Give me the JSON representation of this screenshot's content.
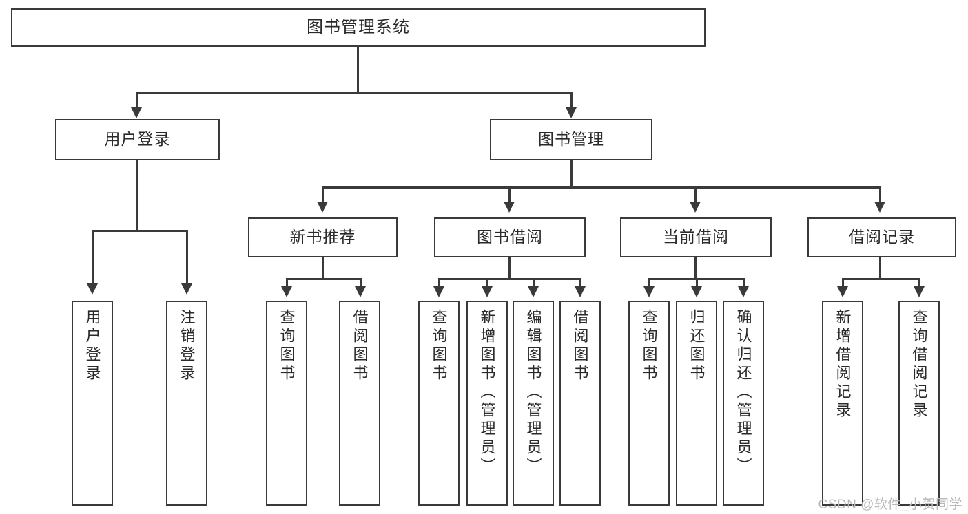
{
  "diagram": {
    "type": "tree",
    "title": "图书管理系统",
    "root": {
      "label": "图书管理系统"
    },
    "level1": [
      {
        "label": "用户登录"
      },
      {
        "label": "图书管理"
      }
    ],
    "level2": [
      {
        "label": "新书推荐"
      },
      {
        "label": "图书借阅"
      },
      {
        "label": "当前借阅"
      },
      {
        "label": "借阅记录"
      }
    ],
    "leaves": {
      "user_login": [
        {
          "label": "用户登录"
        },
        {
          "label": "注销登录"
        }
      ],
      "new_book_recommend": [
        {
          "label": "查询图书"
        },
        {
          "label": "借阅图书"
        }
      ],
      "book_borrow": [
        {
          "label": "查询图书"
        },
        {
          "label": "新增图书（管理员）"
        },
        {
          "label": "编辑图书（管理员）"
        },
        {
          "label": "借阅图书"
        }
      ],
      "current_borrow": [
        {
          "label": "查询图书"
        },
        {
          "label": "归还图书"
        },
        {
          "label": "确认归还（管理员）"
        }
      ],
      "borrow_record": [
        {
          "label": "新增借阅记录"
        },
        {
          "label": "查询借阅记录"
        }
      ]
    }
  },
  "watermark": {
    "text": "CSDN @软件_小贺同学"
  },
  "colors": {
    "border": "#3a3a3a",
    "text": "#2a2a2a",
    "background": "#ffffff",
    "watermark": "#b9b9b9"
  }
}
